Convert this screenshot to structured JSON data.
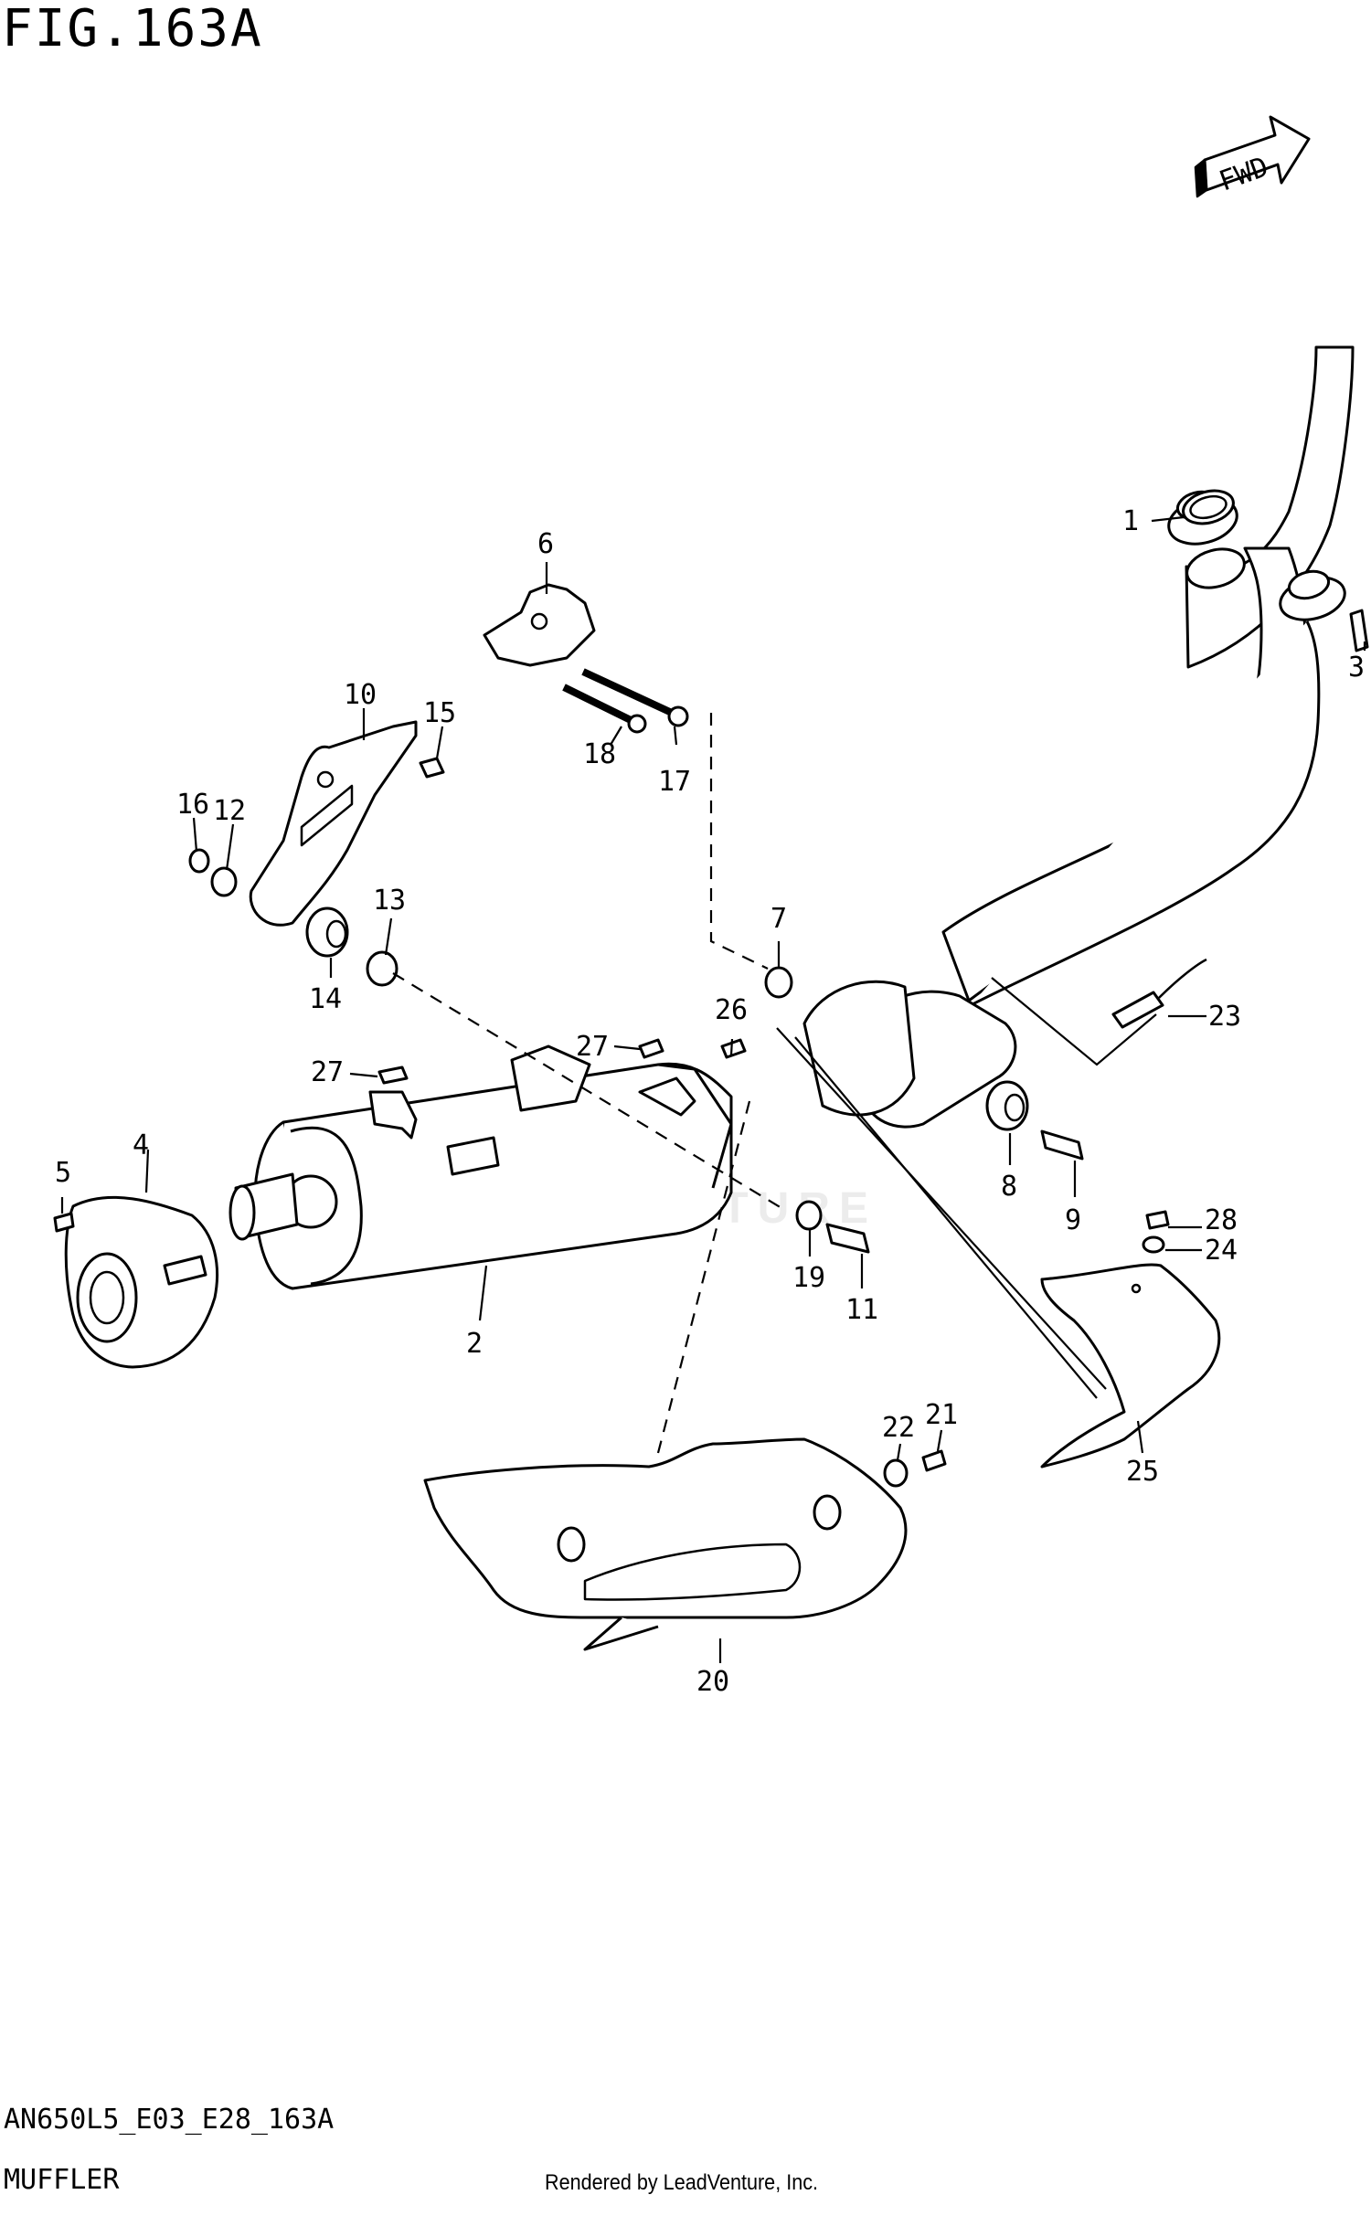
{
  "figure_title": "FIG.163A",
  "diagram_code": "AN650L5_E03_E28_163A",
  "diagram_name": "MUFFLER",
  "credit": "Rendered by LeadVenture, Inc.",
  "watermark": "LEADVENTURE",
  "fwd_label": "FWD",
  "callouts": [
    "1",
    "2",
    "3",
    "4",
    "5",
    "6",
    "7",
    "8",
    "9",
    "10",
    "11",
    "12",
    "13",
    "14",
    "15",
    "16",
    "17",
    "18",
    "19",
    "20",
    "21",
    "22",
    "23",
    "24",
    "25",
    "26",
    "27",
    "27",
    "28"
  ]
}
